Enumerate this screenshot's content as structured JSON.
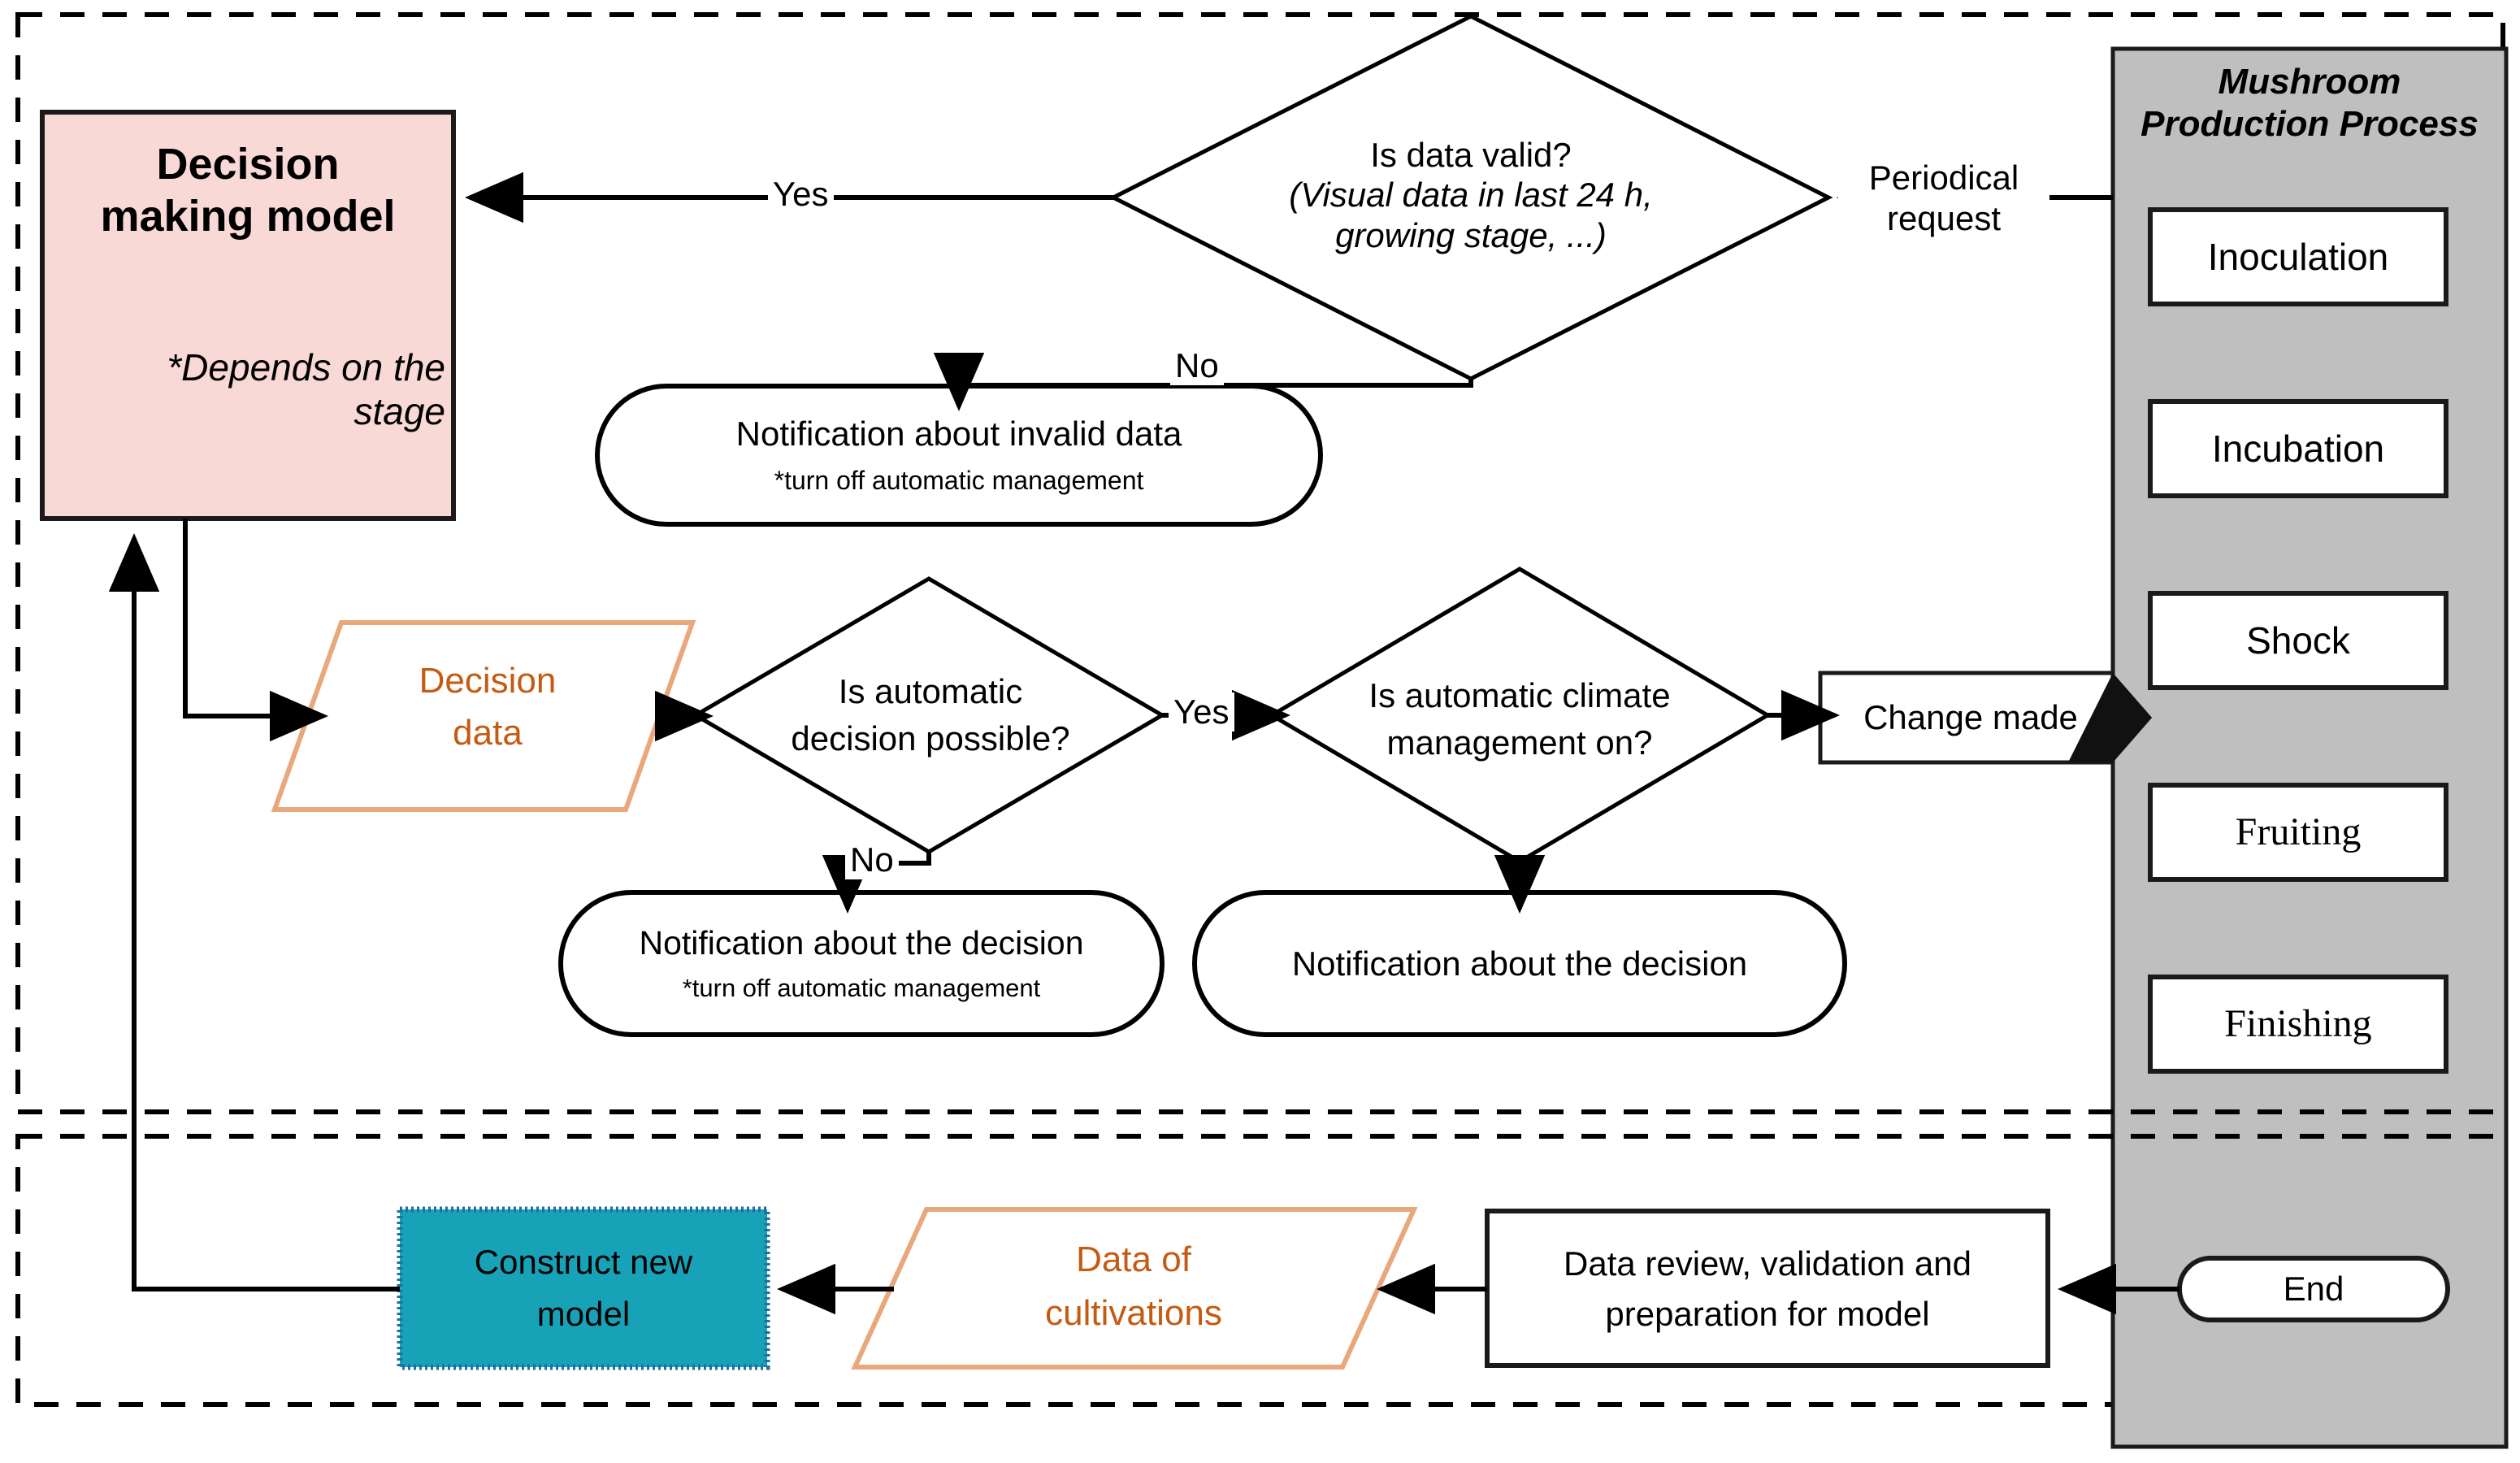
{
  "diagram": {
    "title": "Mushroom production decision-making flowchart",
    "colors": {
      "decision_model_fill": "#F8D9D5",
      "process_panel_fill": "#BFBFBF",
      "data_shape_stroke": "#E8A87C",
      "data_shape_text": "#C55A11",
      "construct_model_fill": "#17A2B8",
      "line": "#000000",
      "background": "#FFFFFF"
    }
  },
  "sidebar": {
    "title_line1": "Mushroom",
    "title_line2": "Production Process",
    "stages": [
      {
        "label": "Inoculation"
      },
      {
        "label": "Incubation"
      },
      {
        "label": "Shock"
      },
      {
        "label": "Fruiting"
      },
      {
        "label": "Finishing"
      }
    ],
    "end_node": "End"
  },
  "nodes": {
    "decision_model": {
      "title_line1": "Decision",
      "title_line2": "making model",
      "note_line1": "*Depends on the",
      "note_line2": "stage"
    },
    "is_data_valid": {
      "line1": "Is data valid?",
      "line2": "(Visual data in last 24 h,",
      "line3": "growing stage, ...)"
    },
    "notification_invalid": {
      "line1": "Notification about invalid data",
      "line2": "*turn off automatic management"
    },
    "decision_data": {
      "line1": "Decision",
      "line2": "data"
    },
    "is_auto_decision_possible": {
      "line1": "Is automatic",
      "line2": "decision possible?"
    },
    "is_auto_climate_on": {
      "line1": "Is automatic climate",
      "line2": "management on?"
    },
    "change_made": {
      "label": "Change made"
    },
    "notification_decision_left": {
      "line1": "Notification about the decision",
      "line2": "*turn off automatic management"
    },
    "notification_decision_right": {
      "line1": "Notification about the decision"
    },
    "data_review": {
      "line1": "Data review, validation and",
      "line2": "preparation for model"
    },
    "data_of_cultivations": {
      "line1": "Data of",
      "line2": "cultivations"
    },
    "construct_new_model": {
      "line1": "Construct new",
      "line2": "model"
    }
  },
  "edges": {
    "periodical_request_line1": "Periodical",
    "periodical_request_line2": "request",
    "yes_top": "Yes",
    "no_top": "No",
    "no_mid": "No",
    "yes_mid": "Yes"
  }
}
